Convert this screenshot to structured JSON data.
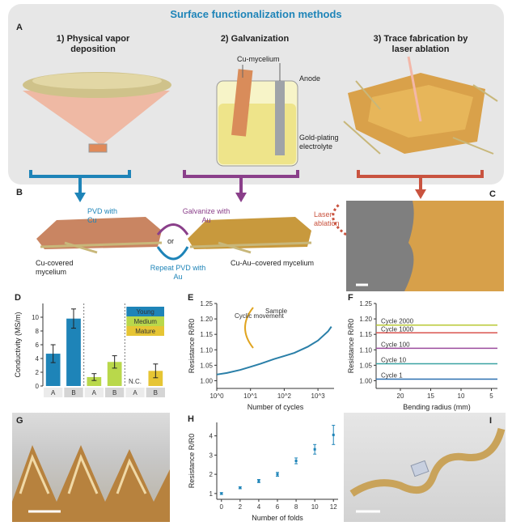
{
  "panel_a": {
    "letter": "A",
    "title": "Surface functionalization methods",
    "method1": "1) Physical vapor deposition",
    "method2": "2) Galvanization",
    "method3": "3) Trace fabrication by laser ablation",
    "cu_mycelium": "Cu-mycelium",
    "anode": "Anode",
    "electrolyte": "Gold-plating electrolyte"
  },
  "panel_b": {
    "letter": "B",
    "pvd_cu": "PVD with Cu",
    "galvanize": "Galvanize with Au",
    "or": "or",
    "repeat_pvd": "Repeat PVD with Au",
    "cu_covered": "Cu-covered mycelium",
    "cuau_covered": "Cu-Au–covered mycelium",
    "laser": "Laser ablation"
  },
  "panel_c": {
    "letter": "C"
  },
  "panel_g": {
    "letter": "G"
  },
  "panel_i": {
    "letter": "I"
  },
  "colors": {
    "blue": "#1e84b8",
    "purple": "#8a3f8a",
    "red": "#c9533f",
    "grey_bg": "#e7e7e7"
  },
  "chart_data": [
    {
      "id": "D",
      "type": "bar",
      "ylabel": "Conductivity (MS/m)",
      "ylim": [
        0,
        12
      ],
      "yticks": [
        0,
        2,
        4,
        6,
        8,
        10
      ],
      "categories": [
        "A",
        "B",
        "A",
        "B",
        "A",
        "B"
      ],
      "series": [
        {
          "name": "Young",
          "color": "#1e84b8",
          "values": [
            4.7,
            9.8
          ],
          "errors": [
            1.3,
            1.4
          ],
          "groups": [
            0,
            1
          ]
        },
        {
          "name": "Medium",
          "color": "#b9d84b",
          "values": [
            1.3,
            3.5
          ],
          "errors": [
            0.5,
            0.9
          ],
          "groups": [
            2,
            3
          ]
        },
        {
          "name": "Mature",
          "color": "#e6c534",
          "values": [
            null,
            2.2
          ],
          "errors": [
            null,
            1.0
          ],
          "groups": [
            4,
            5
          ]
        }
      ],
      "annotation": "N.C.",
      "legend": "top-right"
    },
    {
      "id": "E",
      "type": "line",
      "xlabel": "Number of cycles",
      "ylabel": "Resistance R/R0",
      "xscale": "log",
      "xlim": [
        1,
        3000
      ],
      "ylim": [
        0.975,
        1.25
      ],
      "yticks": [
        "1.00",
        "1.05",
        "1.10",
        "1.15",
        "1.20",
        "1.25"
      ],
      "xticks": [
        "10^0",
        "10^1",
        "10^2",
        "10^3"
      ],
      "series": [
        {
          "x": [
            1,
            2,
            5,
            10,
            20,
            50,
            100,
            200,
            500,
            1000,
            2000,
            2500
          ],
          "y": [
            1.02,
            1.025,
            1.035,
            1.045,
            1.055,
            1.07,
            1.08,
            1.09,
            1.11,
            1.13,
            1.16,
            1.175
          ]
        }
      ],
      "inset_labels": [
        "Cyclic movement",
        "Sample"
      ]
    },
    {
      "id": "F",
      "type": "line",
      "xlabel": "Bending radius (mm)",
      "ylabel": "Resistance R/R0",
      "xlim": [
        24,
        4
      ],
      "ylim": [
        0.975,
        1.25
      ],
      "yticks": [
        "1.00",
        "1.05",
        "1.10",
        "1.15",
        "1.20",
        "1.25"
      ],
      "xticks": [
        20,
        15,
        10,
        5
      ],
      "series": [
        {
          "name": "Cycle 2000",
          "color": "#b9c936",
          "y": 1.18
        },
        {
          "name": "Cycle 1000",
          "color": "#d9534f",
          "y": 1.155
        },
        {
          "name": "Cycle 100",
          "color": "#9b4d9e",
          "y": 1.105
        },
        {
          "name": "Cycle 10",
          "color": "#3aa3a3",
          "y": 1.055
        },
        {
          "name": "Cycle 1",
          "color": "#2a6fb0",
          "y": 1.005
        }
      ]
    },
    {
      "id": "H",
      "type": "scatter",
      "xlabel": "Number of folds",
      "ylabel": "Resistance R/R0",
      "xlim": [
        -0.5,
        12.5
      ],
      "ylim": [
        0.7,
        4.7
      ],
      "yticks": [
        1,
        2,
        3,
        4
      ],
      "xticks": [
        0,
        2,
        4,
        6,
        8,
        10,
        12
      ],
      "x": [
        0,
        2,
        4,
        6,
        8,
        10,
        12
      ],
      "y": [
        1.0,
        1.3,
        1.65,
        2.0,
        2.7,
        3.3,
        4.05
      ],
      "err": [
        0.05,
        0.05,
        0.08,
        0.1,
        0.15,
        0.25,
        0.5
      ],
      "color": "#1e84b8"
    }
  ]
}
